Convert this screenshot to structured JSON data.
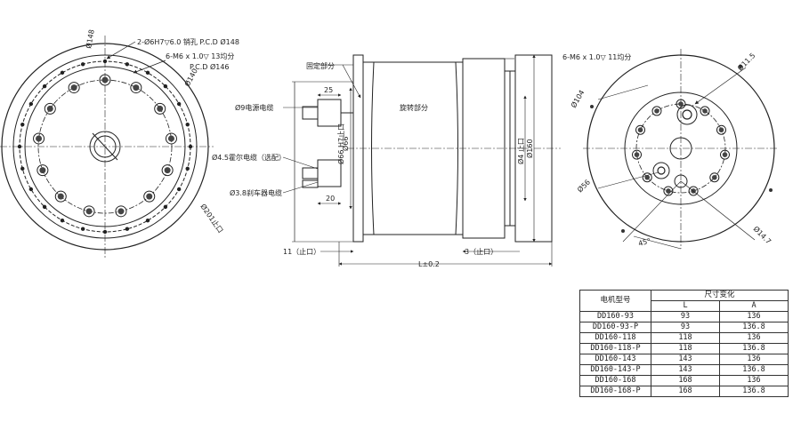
{
  "front_view": {
    "label_d148": "Ø148",
    "label_d140": "Ø140",
    "label_d201": "Ø201止口",
    "label_holes": "2-Ø6H7▽6.0 销孔 P.C.D Ø148",
    "label_threads": "6-M6 x 1.0▽ 13均分",
    "label_pcd": "P.C.D Ø146"
  },
  "side_view": {
    "label_fixed": "固定部分",
    "label_rotating": "旋转部分",
    "label_25": "25",
    "label_20": "20",
    "label_encoder": "Ø9电源电缆",
    "label_hall": "Ø4.5霍尔电缆（选配）",
    "label_brake": "Ø3.8刹车器电缆",
    "label_d66": "Ø66",
    "label_fit": "Ø66 H7止口",
    "label_da": "Ø4 止口",
    "label_d160": "Ø160",
    "label_11": "11（止口）",
    "label_3": "3（止口）",
    "label_l": "L±0.2"
  },
  "rear_view": {
    "label_threads": "6-M6 x 1.0▽ 11均分",
    "label_d11_5": "Ø11.5",
    "label_d104": "Ø104",
    "label_d56": "Ø56",
    "label_d14_7": "Ø14.7",
    "label_45": "45°"
  },
  "spec_table": {
    "header_model": "电机型号",
    "header_group": "尺寸变化",
    "header_l": "L",
    "header_a": "A",
    "rows": [
      {
        "model": "DD160-93",
        "l": "93",
        "a": "136"
      },
      {
        "model": "DD160-93-P",
        "l": "93",
        "a": "136.8"
      },
      {
        "model": "DD160-118",
        "l": "118",
        "a": "136"
      },
      {
        "model": "DD160-118-P",
        "l": "118",
        "a": "136.8"
      },
      {
        "model": "DD160-143",
        "l": "143",
        "a": "136"
      },
      {
        "model": "DD160-143-P",
        "l": "143",
        "a": "136.8"
      },
      {
        "model": "DD160-168",
        "l": "168",
        "a": "136"
      },
      {
        "model": "DD160-168-P",
        "l": "168",
        "a": "136.8"
      }
    ]
  }
}
